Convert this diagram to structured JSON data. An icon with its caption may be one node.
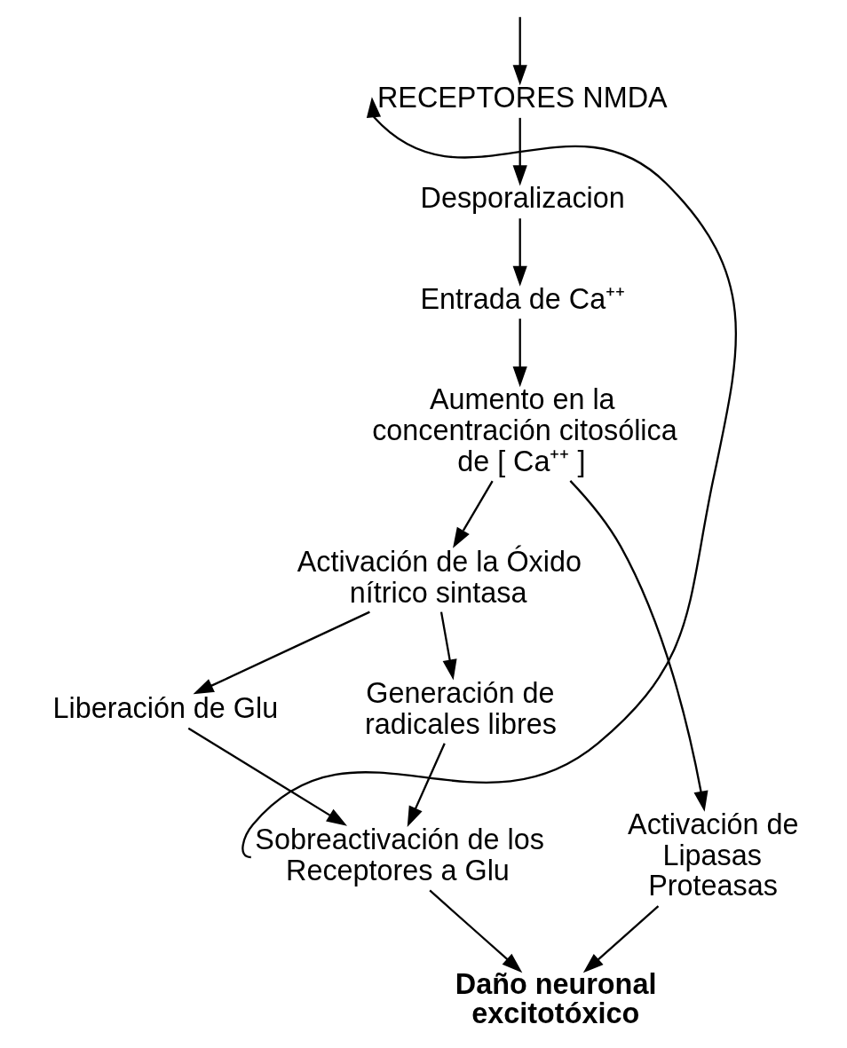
{
  "diagram": {
    "nodes": [
      {
        "text": [
          "RECEPTORES NMDA"
        ]
      },
      {
        "text": [
          "Desporalizacion"
        ]
      },
      {
        "text": [
          "Entrada de Ca⁺⁺"
        ]
      },
      {
        "text": [
          "Aumento en la concentración citosólica de [ Ca⁺⁺ ]"
        ]
      },
      {
        "text": [
          "Activación de la Óxido nítrico sintasa"
        ]
      },
      {
        "text": [
          "Liberación de Glu"
        ]
      },
      {
        "text": [
          "Generación de radicales libres"
        ]
      },
      {
        "text": [
          "Activación de Lipasas Proteasas"
        ]
      },
      {
        "text": [
          "Sobreactivación de los Receptores a Glu"
        ]
      },
      {
        "text": [
          "Daño neuronal excitotóxico"
        ]
      }
    ],
    "edges": [
      {
        "from": null,
        "to": 0,
        "arrow": "to"
      },
      {
        "from": 0,
        "to": 1,
        "arrow": "to"
      },
      {
        "from": 1,
        "to": 2,
        "arrow": "to"
      },
      {
        "from": 2,
        "to": 3,
        "arrow": "to"
      },
      {
        "from": 3,
        "to": 4,
        "arrow": "to"
      },
      {
        "from": 3,
        "to": 7,
        "arrow": "to"
      },
      {
        "from": 4,
        "to": 5,
        "arrow": "to"
      },
      {
        "from": 4,
        "to": 6,
        "arrow": "to"
      },
      {
        "from": 5,
        "to": 8,
        "arrow": "to"
      },
      {
        "from": 6,
        "to": 8,
        "arrow": "to"
      },
      {
        "from": 8,
        "to": 0,
        "arrow": "to"
      },
      {
        "from": 8,
        "to": 9,
        "arrow": "to"
      },
      {
        "from": 7,
        "to": 9,
        "arrow": "to"
      }
    ]
  }
}
